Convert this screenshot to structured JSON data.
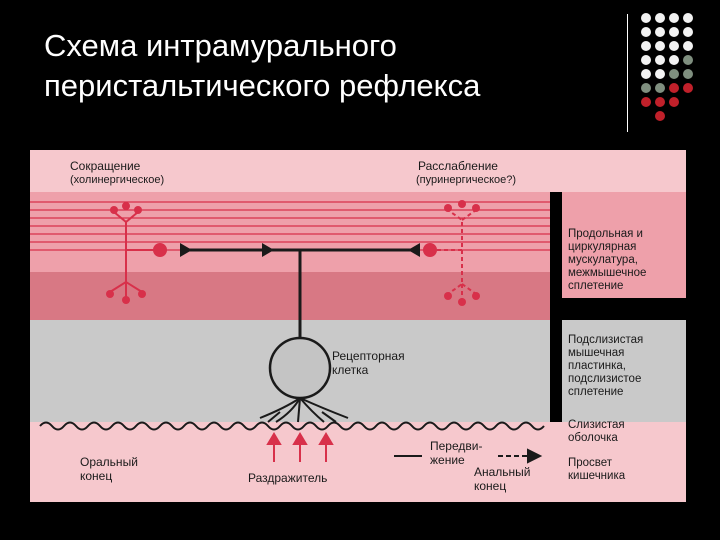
{
  "slide": {
    "title_line1": "Схема интрамурального",
    "title_line2": "перистальтического рефлекса"
  },
  "diagram": {
    "contraction": "Сокращение",
    "contraction_type": "(холинергическое)",
    "relaxation": "Расслабление",
    "relaxation_type": "(пуринергическое?)",
    "receptor_cell_1": "Рецепторная",
    "receptor_cell_2": "клетка",
    "oral_end_1": "Оральный",
    "oral_end_2": "конец",
    "stimulus": "Раздражитель",
    "movement_1": "Передви-",
    "movement_2": "жение",
    "anal_end_1": "Анальный",
    "anal_end_2": "конец",
    "layers": {
      "muscle_1": "Продольная и",
      "muscle_2": "циркулярная",
      "muscle_3": "мускулатура,",
      "muscle_4": "межмышечное",
      "muscle_5": "сплетение",
      "submucosa_1": "Подслизистая",
      "submucosa_2": "мышечная",
      "submucosa_3": "пластинка,",
      "submucosa_4": "подслизистое",
      "submucosa_5": "сплетение",
      "mucosa_1": "Слизистая",
      "mucosa_2": "оболочка",
      "lumen_1": "Просвет",
      "lumen_2": "кишечника"
    }
  },
  "colors": {
    "pink_light": "#f6c8cd",
    "pink_mid": "#eea0aa",
    "pink_dark": "#d87884",
    "gray": "#c9c9c9",
    "red_line": "#d8304a",
    "dot_white": "#f2f2f2",
    "dot_gray": "#7f8f7f",
    "dot_red": "#c0202a"
  }
}
